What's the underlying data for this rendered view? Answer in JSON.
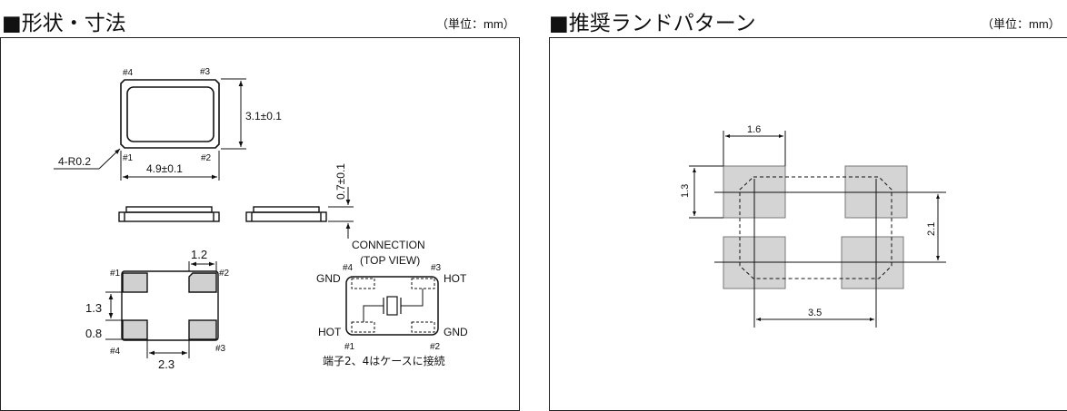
{
  "left": {
    "title": "■形状・寸法",
    "unit": "（単位：mm）",
    "labels": {
      "p4_top": "#4",
      "p3_top": "#3",
      "p1_top": "#1",
      "p2_top": "#2",
      "height_dim": "3.1±0.1",
      "width_dim": "4.9±0.1",
      "radius": "4-R0.2",
      "thickness_dim": "0.7±0.1",
      "pad_width": "1.2",
      "pad_pitch_v": "1.3",
      "pad_height": "0.8",
      "pad_pitch_h": "2.3",
      "p1_bot": "#1",
      "p2_bot": "#2",
      "p4_bot": "#4",
      "p3_bot": "#3"
    },
    "connection": {
      "title1": "CONNECTION",
      "title2": "(TOP VIEW)",
      "p4": "#4",
      "p3": "#3",
      "p1": "#1",
      "p2": "#2",
      "gnd_left": "GND",
      "hot_right": "HOT",
      "hot_left": "HOT",
      "gnd_right": "GND",
      "note": "端子2、4はケースに接続"
    }
  },
  "right": {
    "title": "■推奨ランドパターン",
    "unit": "（単位：mm）",
    "labels": {
      "pad_w": "1.6",
      "pad_h": "1.3",
      "v_pitch": "2.1",
      "h_pitch": "3.5"
    }
  },
  "colors": {
    "pad_fill": "#d4d4d4",
    "line": "#111111"
  }
}
